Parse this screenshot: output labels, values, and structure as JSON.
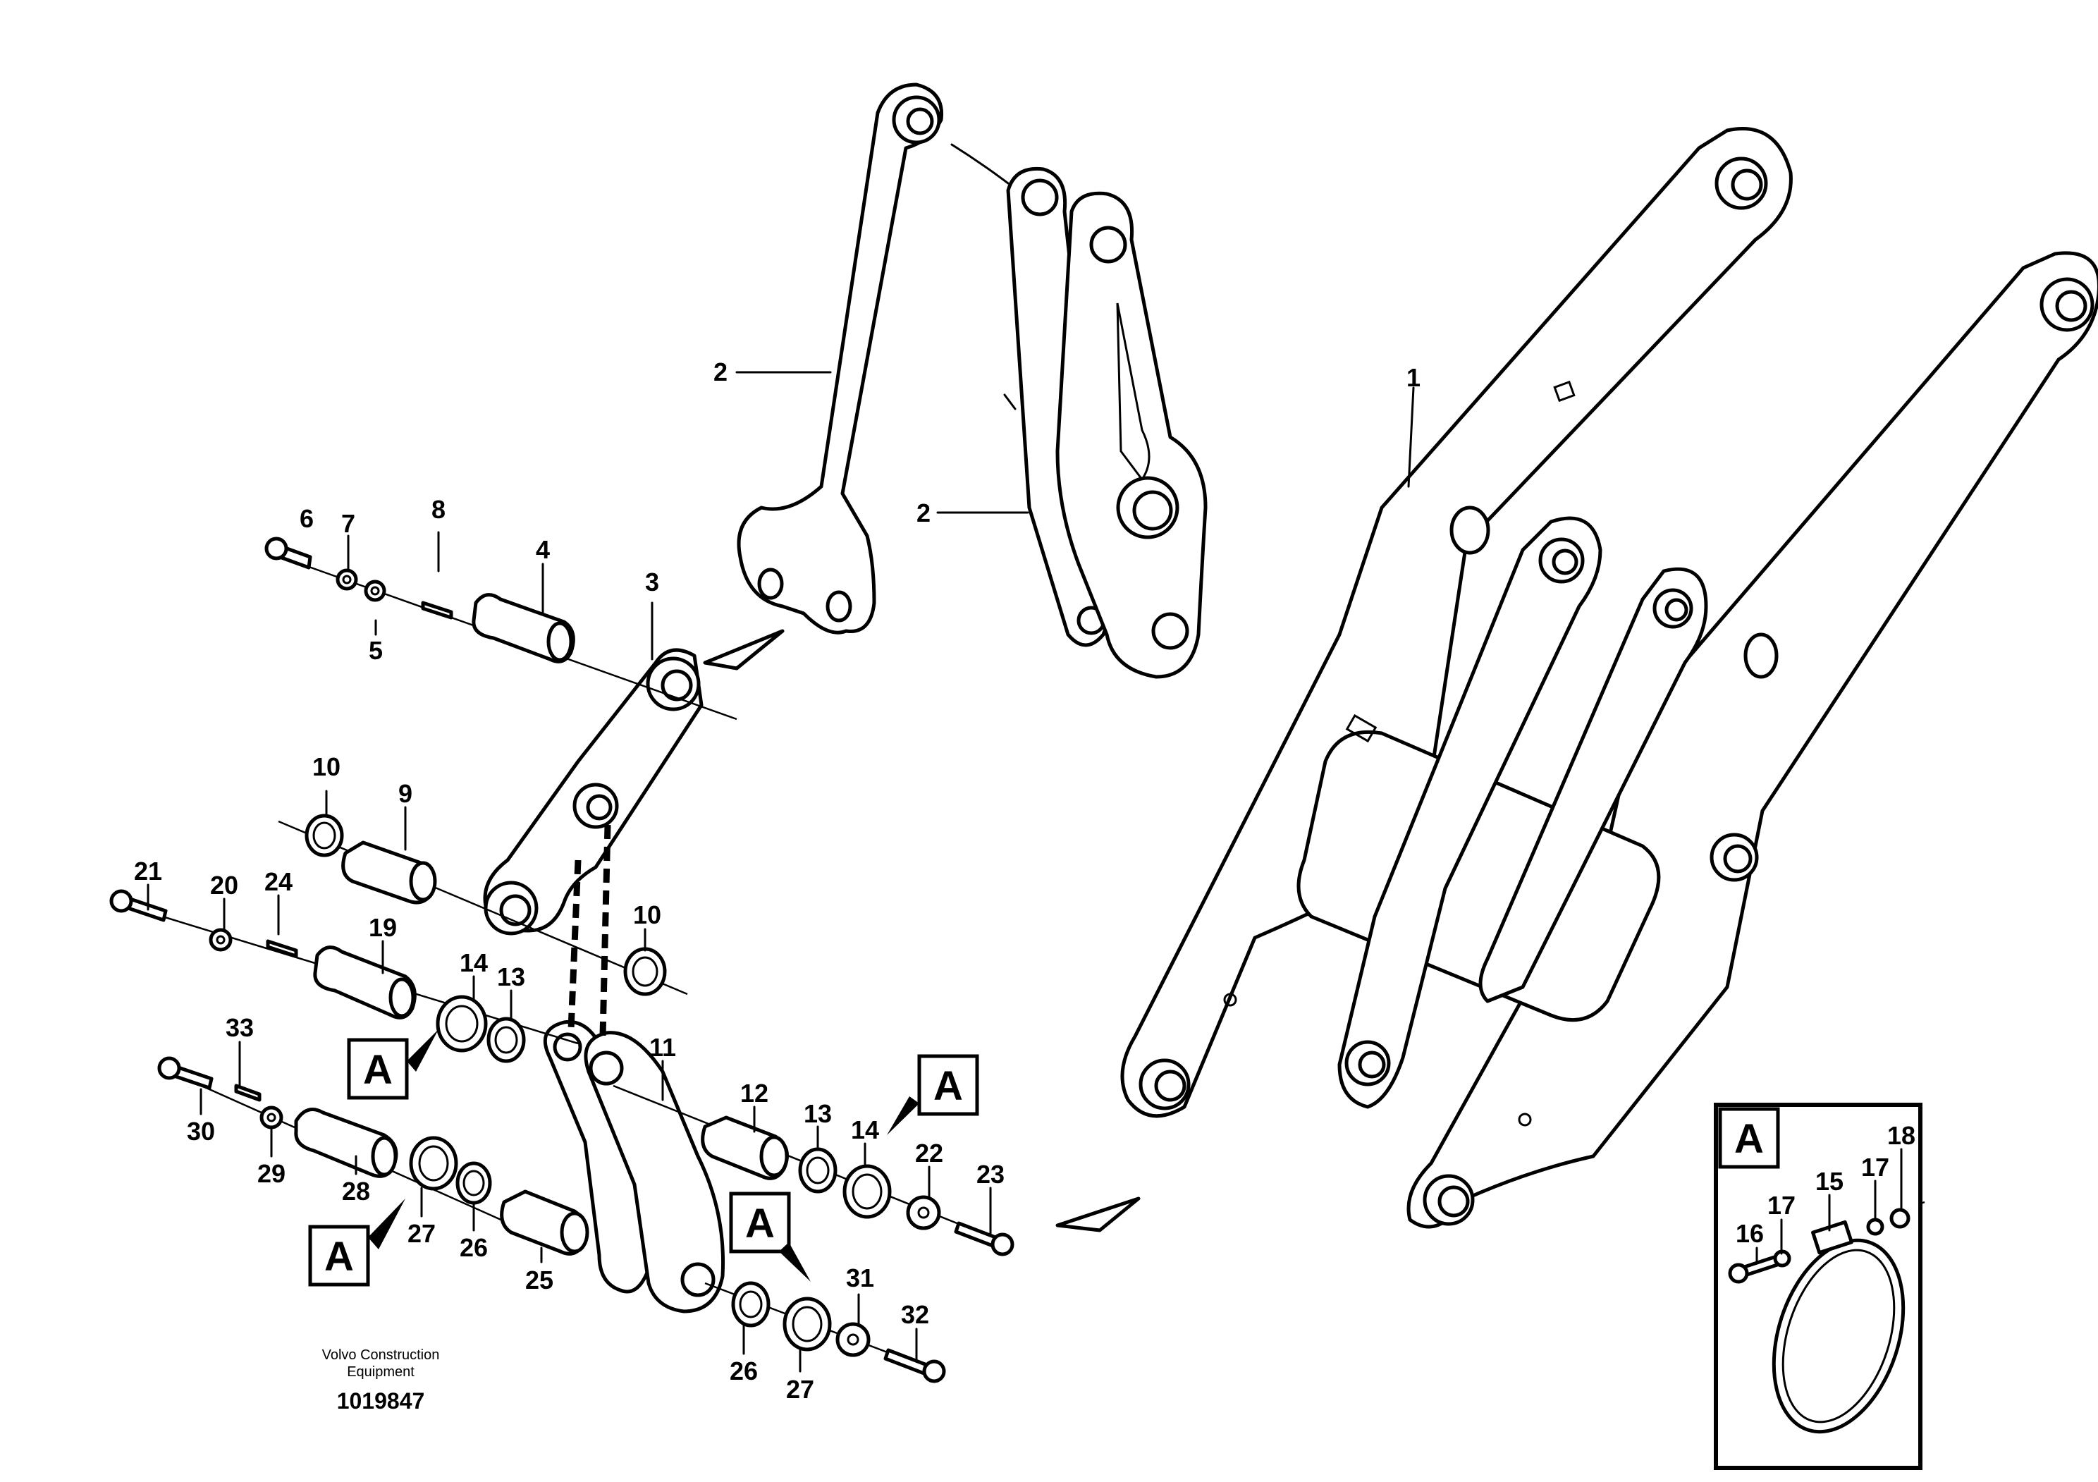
{
  "labels": {
    "p1": "1",
    "p2a": "2",
    "p2b": "2",
    "p3": "3",
    "p4": "4",
    "p5": "5",
    "p6": "6",
    "p7": "7",
    "p8": "8",
    "p9": "9",
    "p10a": "10",
    "p10b": "10",
    "p11": "11",
    "p12": "12",
    "p13a": "13",
    "p13b": "13",
    "p14a": "14",
    "p14b": "14",
    "p15": "15",
    "p16": "16",
    "p17a": "17",
    "p17b": "17",
    "p18": "18",
    "p19": "19",
    "p20": "20",
    "p21": "21",
    "p22": "22",
    "p23": "23",
    "p24": "24",
    "p25": "25",
    "p26a": "26",
    "p26b": "26",
    "p27a": "27",
    "p27b": "27",
    "p28": "28",
    "p29": "29",
    "p30": "30",
    "p31": "31",
    "p32": "32",
    "p33": "33"
  },
  "detail_marker": "A",
  "footer": {
    "brand_line1": "Volvo Construction",
    "brand_line2": "Equipment",
    "drawing_number": "1019847"
  }
}
